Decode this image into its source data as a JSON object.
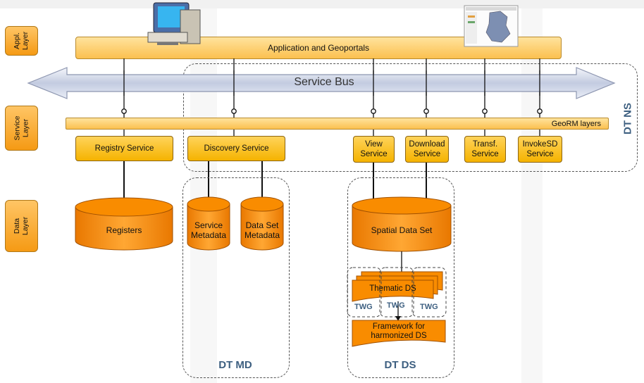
{
  "layers": {
    "appl": "Appl.\nLayer",
    "service": "Service\nLayer",
    "data": "Data\nLayer"
  },
  "application_bar": "Application and Geoportals",
  "service_bus": "Service  Bus",
  "georm_bar": "GeoRM layers",
  "services": {
    "registry": "Registry Service",
    "discovery": "Discovery Service",
    "view": "View\nService",
    "download": "Download\nService",
    "transf": "Transf.\nService",
    "invokesd": "InvokeSD\nService"
  },
  "data_stores": {
    "registers": "Registers",
    "service_metadata": "Service\nMetadata",
    "dataset_metadata": "Data Set\nMetadata",
    "spatial_data_set": "Spatial Data Set"
  },
  "thematic_ds": "Thematic DS",
  "twg": [
    "TWG",
    "TWG",
    "TWG"
  ],
  "framework": "Framework for\nharmonized DS",
  "region_labels": {
    "dt_ns": "DT NS",
    "dt_md": "DT MD",
    "dt_ds": "DT DS"
  },
  "icons": [
    "computer-icon",
    "map-screenshot-icon"
  ],
  "colors": {
    "accent_orange": "#f98c00",
    "service_yellow": "#f5b300",
    "bar_light": "#fbc04f",
    "label_blue": "#3d5f80"
  }
}
